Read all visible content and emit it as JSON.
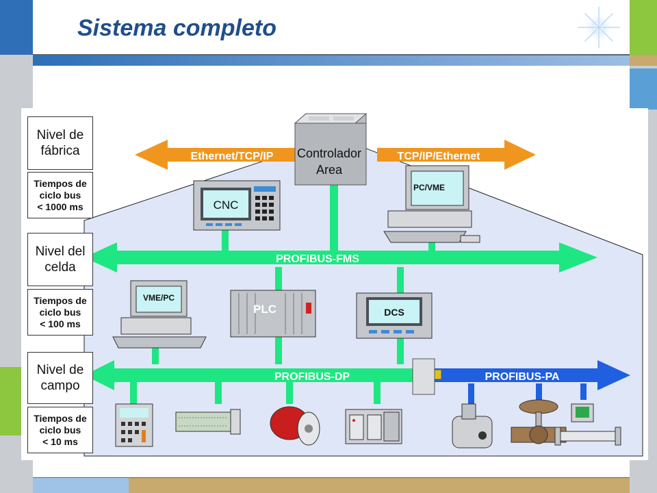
{
  "slide": {
    "title": "Sistema completo",
    "colors": {
      "title": "#1f4e8c",
      "band_blue": "#2e6fb7",
      "band_tan": "#c8a96e",
      "band_green": "#8dc63f",
      "frame_gray": "#c9cdd2"
    }
  },
  "diagram": {
    "levels": [
      {
        "name": "Nivel de\nfábrica",
        "cycle_time": "Tiempos de\nciclo bus\n< 1000 ms"
      },
      {
        "name": "Nivel del\ncelda",
        "cycle_time": "Tiempos de\nciclo bus\n< 100 ms"
      },
      {
        "name": "Nivel de\ncampo",
        "cycle_time": "Tiempos de\nciclo bus\n< 10 ms"
      }
    ],
    "buses": {
      "ethernet_left": "Ethernet/TCP/IP",
      "ethernet_right": "TCP/IP/Ethernet",
      "fms": "PROFIBUS-FMS",
      "dp": "PROFIBUS-DP",
      "pa": "PROFIBUS-PA"
    },
    "devices": {
      "controller_line1": "Controlador",
      "controller_line2": "Area",
      "cnc": "CNC",
      "pc_vme": "PC/VME",
      "vme_pc": "VME/PC",
      "plc": "PLC",
      "dcs": "DCS"
    },
    "colors": {
      "ethernet": "#f0961e",
      "profibus_fms": "#1ee682",
      "profibus_dp": "#1ee682",
      "profibus_pa": "#1f5fe0",
      "background_zone": "#dfe6f7"
    },
    "field_device_icons": [
      "operator-panel-icon",
      "io-module-icon",
      "drive-motor-icon",
      "modular-io-icon",
      "pump-icon",
      "valve-icon",
      "flow-meter-icon",
      "coupler-icon"
    ]
  }
}
